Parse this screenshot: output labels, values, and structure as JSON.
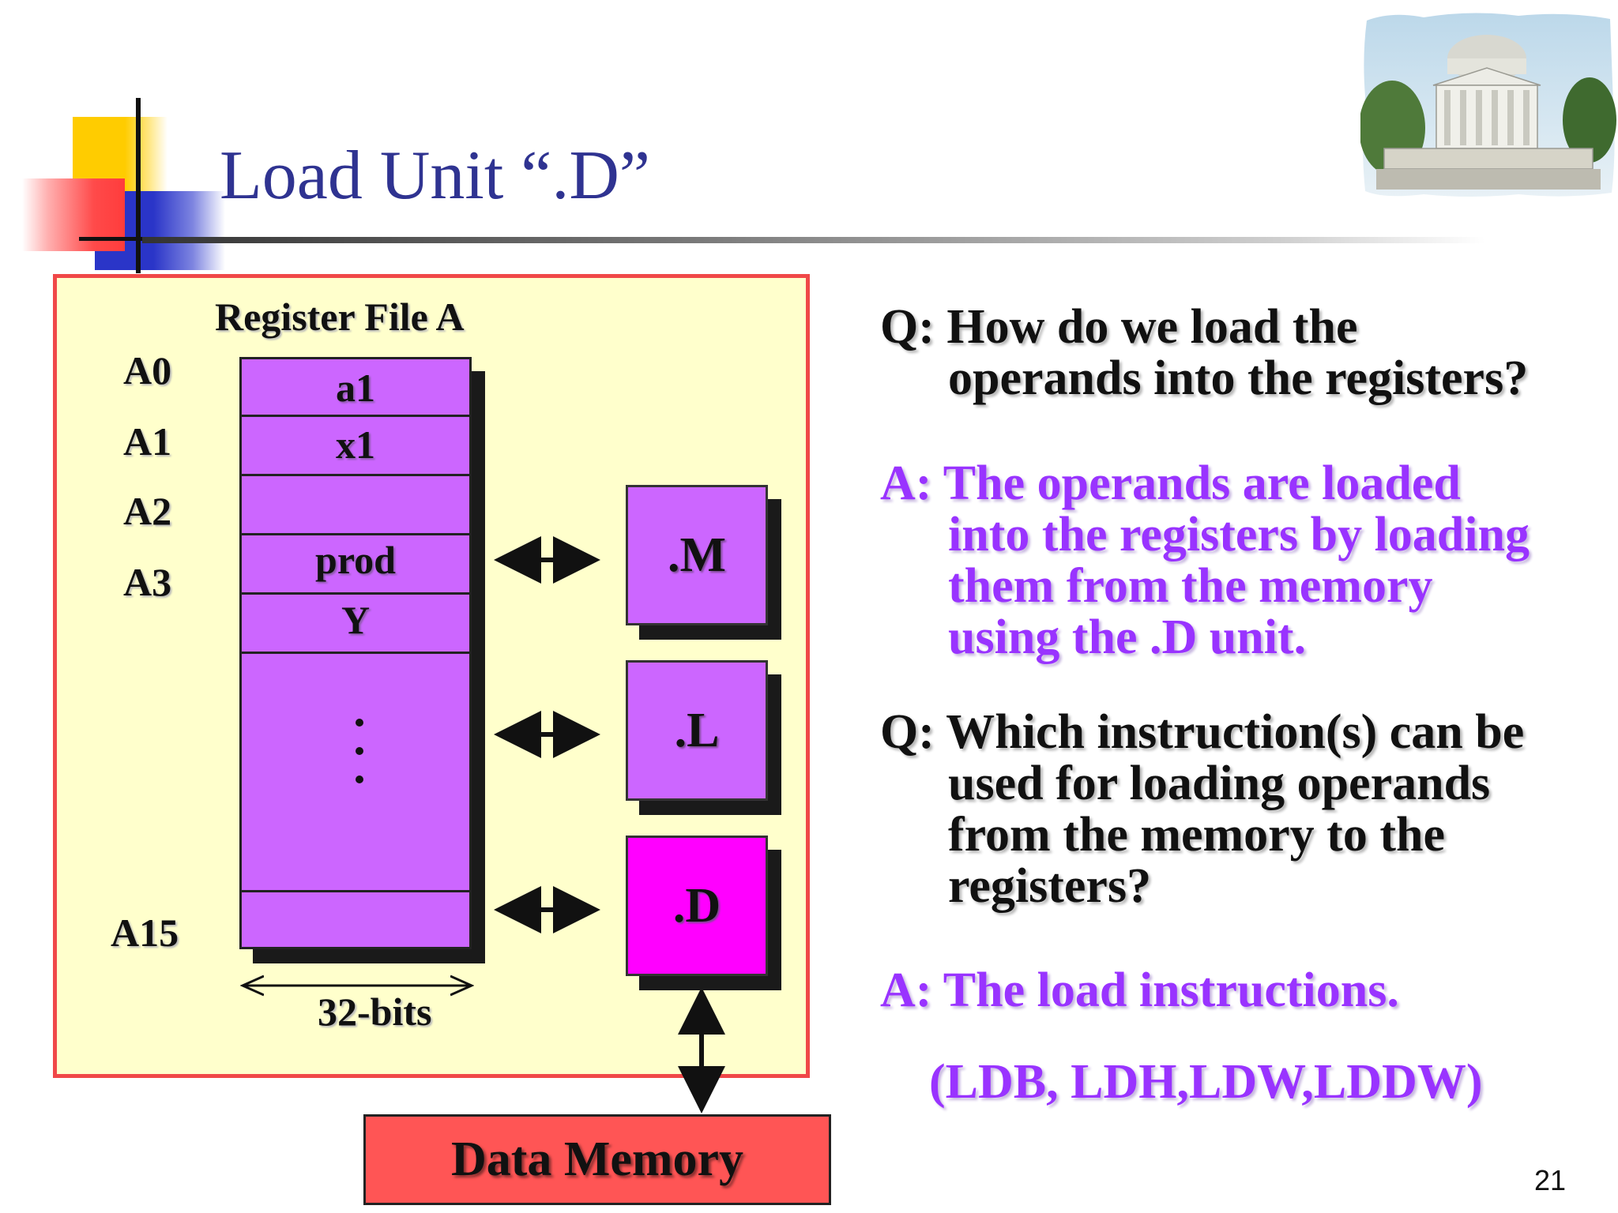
{
  "slide": {
    "title": "Load Unit “.D”",
    "page_number": "21"
  },
  "diagram": {
    "register_file_title": "Register File A",
    "register_labels": {
      "a0": "A0",
      "a1": "A1",
      "a2": "A2",
      "a3": "A3",
      "a15": "A15"
    },
    "register_contents": {
      "a0": "a1",
      "a1": "x1",
      "a2": "",
      "a3": "prod",
      "a4": "Y"
    },
    "width_label": "32-bits",
    "units": {
      "m": ".M",
      "l": ".L",
      "d": ".D"
    },
    "memory_label": "Data Memory",
    "colors": {
      "panel_background": "#ffffcc",
      "panel_border": "#f04848",
      "register_file": "#cc66ff",
      "unit_m": "#cc66ff",
      "unit_l": "#cc66ff",
      "unit_d_highlight": "#ff00ff",
      "data_memory": "#ff5555"
    }
  },
  "qa": {
    "q1_line1": "Q: How do we load the",
    "q1_line2": "operands into the registers?",
    "a1_line1": "A: The operands are loaded",
    "a1_line2": "into the registers by loading",
    "a1_line3": "them from the memory",
    "a1_line4": "using the .D unit.",
    "q2_line1": "Q: Which instruction(s) can be",
    "q2_line2": "used for loading operands",
    "q2_line3": "from the memory to the",
    "q2_line4": "registers?",
    "a2_line1": "A: The load instructions.",
    "a2_line2": "(LDB, LDH,LDW,LDDW)",
    "colors": {
      "question": "#111111",
      "answer": "#9933ff"
    }
  }
}
